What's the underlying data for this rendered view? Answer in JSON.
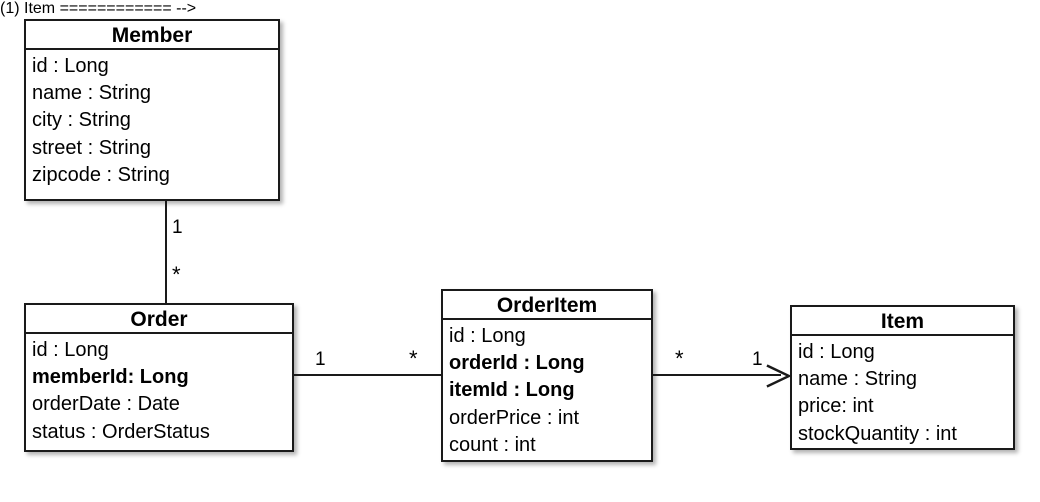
{
  "diagram": {
    "type": "uml-class-diagram",
    "classes": [
      {
        "id": "member",
        "name": "Member",
        "attributes": [
          {
            "text": "id : Long",
            "bold": false
          },
          {
            "text": "name : String",
            "bold": false
          },
          {
            "text": "city : String",
            "bold": false
          },
          {
            "text": "street : String",
            "bold": false
          },
          {
            "text": "zipcode : String",
            "bold": false
          }
        ]
      },
      {
        "id": "order",
        "name": "Order",
        "attributes": [
          {
            "text": "id : Long",
            "bold": false
          },
          {
            "text": "memberId: Long",
            "bold": true
          },
          {
            "text": "orderDate : Date",
            "bold": false
          },
          {
            "text": "status : OrderStatus",
            "bold": false
          }
        ]
      },
      {
        "id": "orderitem",
        "name": "OrderItem",
        "attributes": [
          {
            "text": "id : Long",
            "bold": false
          },
          {
            "text": "orderId : Long",
            "bold": true
          },
          {
            "text": "itemId : Long",
            "bold": true
          },
          {
            "text": "orderPrice : int",
            "bold": false
          },
          {
            "text": "count : int",
            "bold": false
          }
        ]
      },
      {
        "id": "item",
        "name": "Item",
        "attributes": [
          {
            "text": "id : Long",
            "bold": false
          },
          {
            "text": "name : String",
            "bold": false
          },
          {
            "text": "price: int",
            "bold": false
          },
          {
            "text": "stockQuantity : int",
            "bold": false
          }
        ]
      }
    ],
    "associations": [
      {
        "id": "member-order",
        "from": "Member",
        "to": "Order",
        "from_multiplicity": "1",
        "to_multiplicity": "*",
        "arrow": false
      },
      {
        "id": "order-orderitem",
        "from": "Order",
        "to": "OrderItem",
        "from_multiplicity": "1",
        "to_multiplicity": "*",
        "arrow": false
      },
      {
        "id": "orderitem-item",
        "from": "OrderItem",
        "to": "Item",
        "from_multiplicity": "*",
        "to_multiplicity": "1",
        "arrow": true
      }
    ],
    "colors": {
      "stroke": "#1a1a1a",
      "fill": "#ffffff",
      "text": "#000000"
    }
  }
}
